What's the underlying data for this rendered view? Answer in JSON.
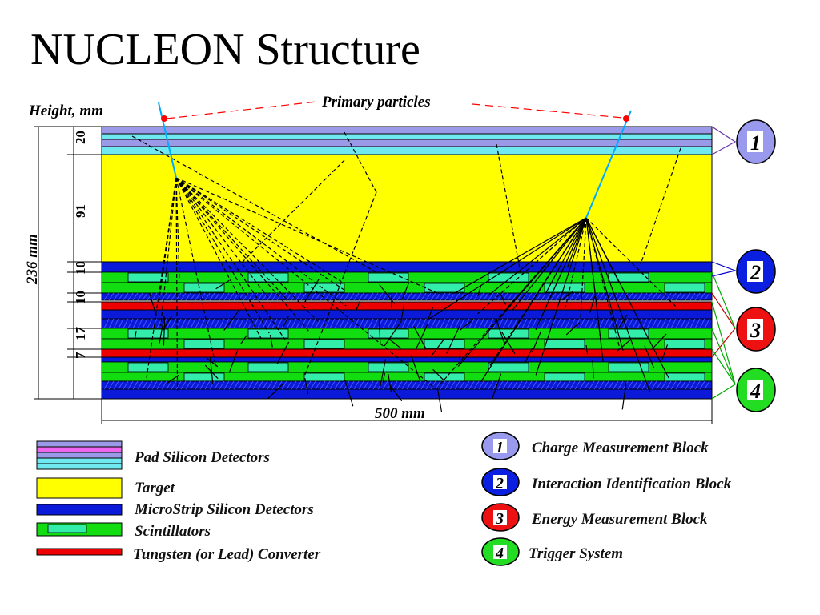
{
  "title": "NUCLEON Structure",
  "diagram": {
    "height_label": "Height, mm",
    "primary_particles_label": "Primary particles",
    "total_height_label": "236 mm",
    "width_label": "500 mm",
    "dimensions": [
      "20",
      "91",
      "10",
      "10",
      "17",
      "7"
    ],
    "blocks": [
      {
        "num": "1",
        "color": "#9999ee"
      },
      {
        "num": "2",
        "color": "#0b1fe0"
      },
      {
        "num": "3",
        "color": "#ee1111"
      },
      {
        "num": "4",
        "color": "#22dd22"
      }
    ]
  },
  "legend_layers": [
    {
      "name": "Pad Silicon Detectors"
    },
    {
      "name": "Target"
    },
    {
      "name": "MicroStrip Silicon Detectors"
    },
    {
      "name": "Scintillators"
    },
    {
      "name": "Tungsten (or Lead) Converter"
    }
  ],
  "legend_blocks": [
    {
      "num": "1",
      "name": "Charge Measurement Block"
    },
    {
      "num": "2",
      "name": "Interaction Identification Block"
    },
    {
      "num": "3",
      "name": "Energy Measurement Block"
    },
    {
      "num": "4",
      "name": "Trigger System"
    }
  ],
  "colors": {
    "pad_silicon": "#9a9ae8",
    "pad_silicon_alt": "#6fe8f0",
    "target": "#ffff00",
    "microstrip": "#0a1ad8",
    "scintillator": "#11dd11",
    "scintillator_light": "#33eeaa",
    "converter": "#ee0000"
  }
}
